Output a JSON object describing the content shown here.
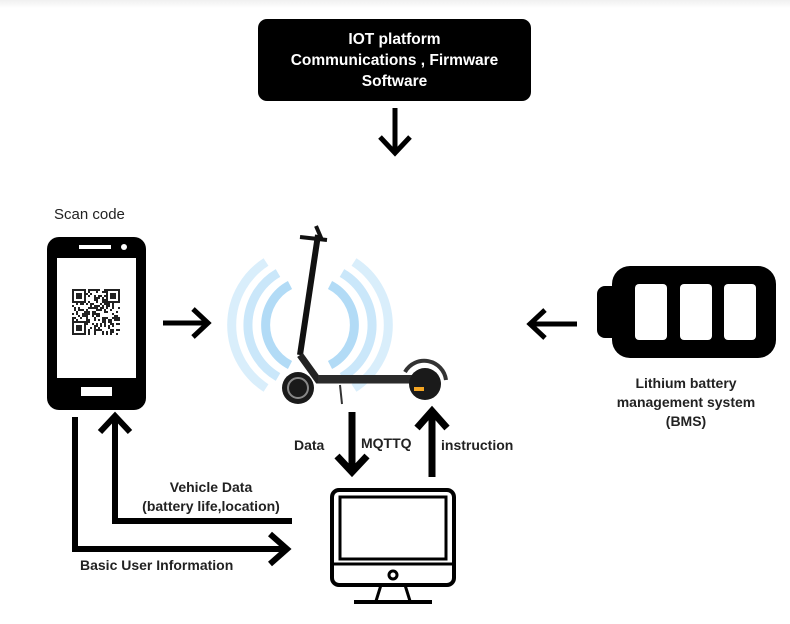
{
  "iot_box": {
    "lines": [
      "IOT platform",
      "Communications , Firmware",
      "Software"
    ]
  },
  "phone": {
    "label": "Scan code"
  },
  "battery": {
    "label_lines": [
      "Lithium battery",
      "management system",
      "(BMS)"
    ],
    "cells": 3
  },
  "links": {
    "data": "Data",
    "protocol": "MQTTQ",
    "instruction": "instruction",
    "vehicle_data_lines": [
      "Vehicle Data",
      "(battery life,location)"
    ],
    "basic_user_info": "Basic User Information"
  },
  "colors": {
    "ink": "#000000",
    "signal": "#7fc3f0",
    "reflector": "#f5a623"
  }
}
